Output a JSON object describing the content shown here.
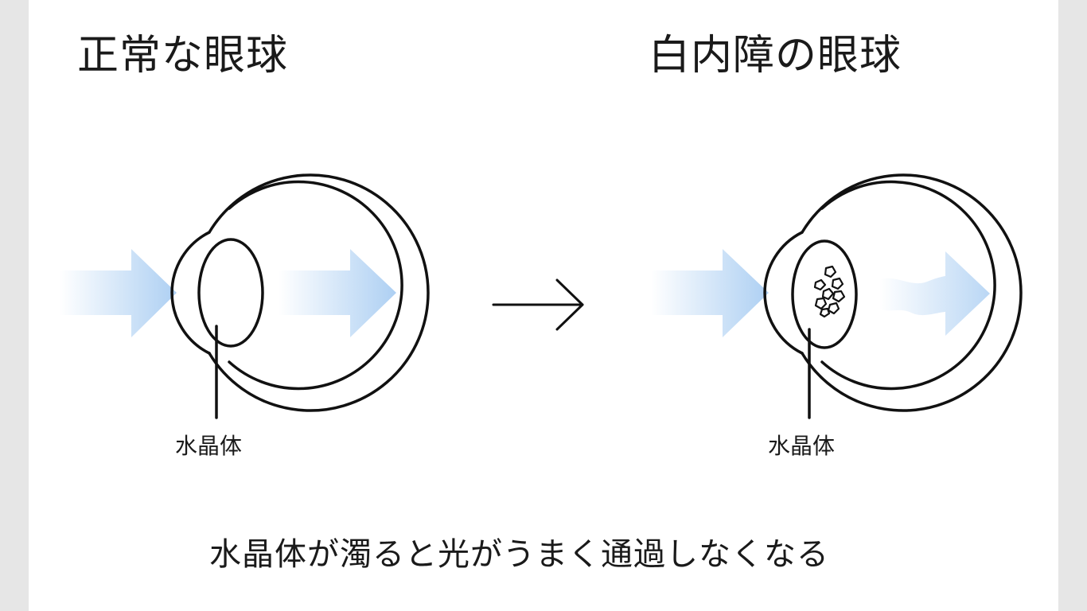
{
  "normal": {
    "title": "正常な眼球",
    "lens_label": "水晶体"
  },
  "cataract": {
    "title": "白内障の眼球",
    "lens_label": "水晶体"
  },
  "caption": "水晶体が濁ると光がうまく通過しなくなる",
  "colors": {
    "background": "#e6e6e6",
    "panel": "#ffffff",
    "stroke": "#111111",
    "light_arrow": "#a9cdf2"
  }
}
